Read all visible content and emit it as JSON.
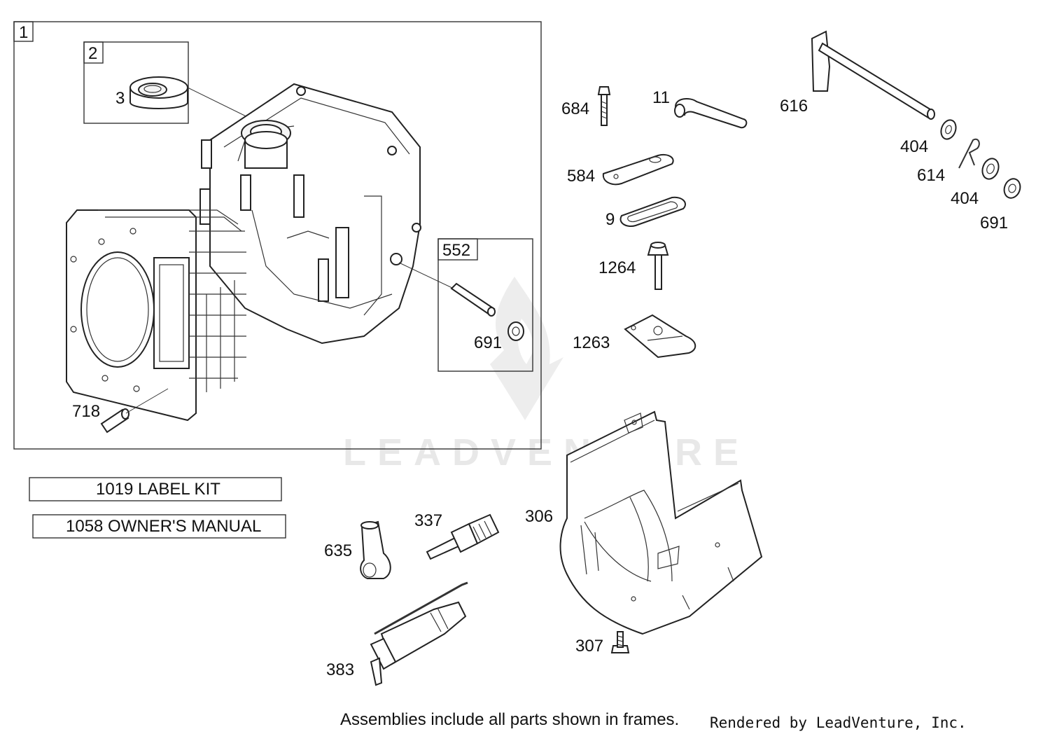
{
  "callouts": {
    "c1": "1",
    "c2": "2",
    "c3": "3",
    "c552": "552",
    "c691a": "691",
    "c718": "718",
    "c684": "684",
    "c11": "11",
    "c616": "616",
    "c404a": "404",
    "c614": "614",
    "c404b": "404",
    "c691b": "691",
    "c584": "584",
    "c9": "9",
    "c1264": "1264",
    "c1263": "1263",
    "c306": "306",
    "c307": "307",
    "c337": "337",
    "c635": "635",
    "c383": "383"
  },
  "kits": {
    "label_kit": "1019 LABEL KIT",
    "owners_manual": "1058 OWNER'S MANUAL"
  },
  "footer": {
    "note": "Assemblies include all parts shown in frames.",
    "credit": "Rendered by LeadVenture, Inc."
  },
  "watermark": "LEADVENTURE",
  "colors": {
    "line": "#222222",
    "watermark": "#e6e6e6",
    "background": "#ffffff"
  }
}
